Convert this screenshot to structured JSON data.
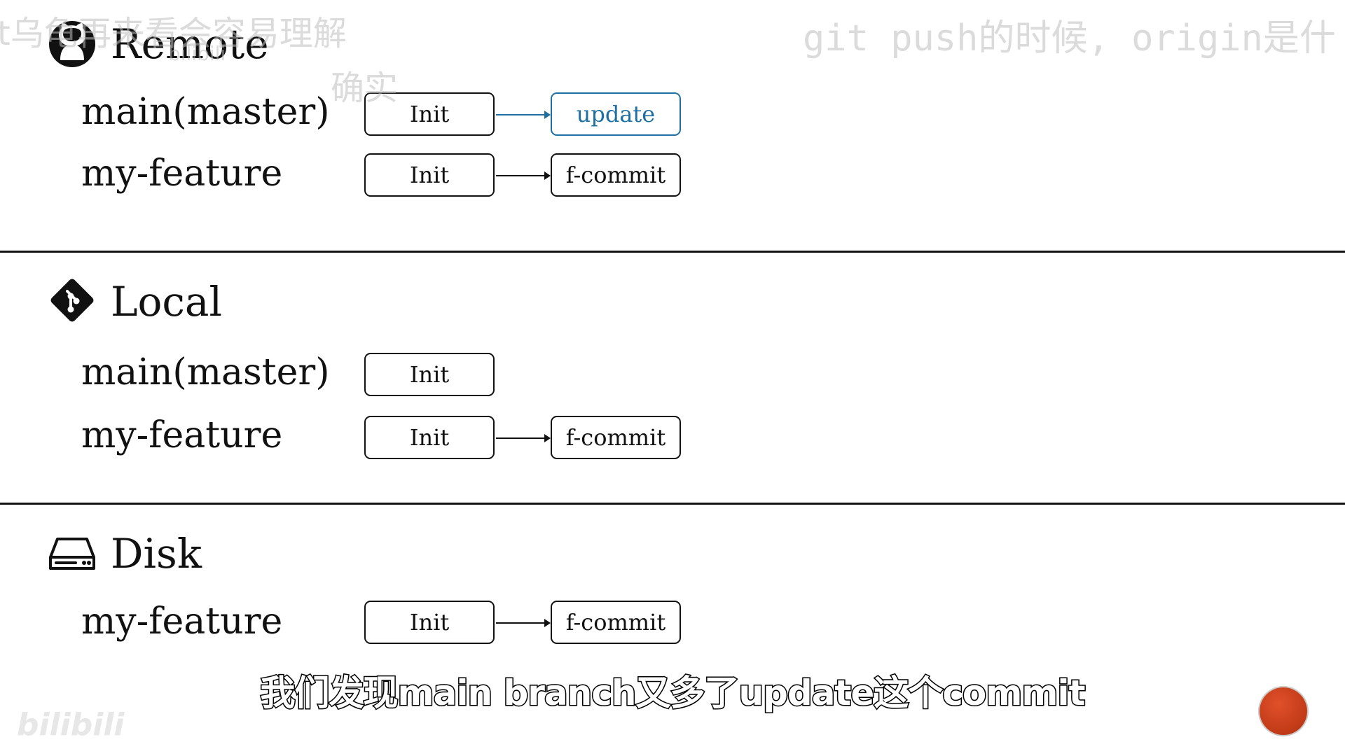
{
  "colors": {
    "accent": "#1f6fa3",
    "ink": "#111111"
  },
  "overlay": {
    "danmaku_left": "t乌龟再来看会容易理解",
    "danmaku_left_2": "确实",
    "danmaku_right": "git push的时候, origin是什",
    "bilibili_small": "bilibili",
    "bilibili_corner": "bilibili"
  },
  "sections": {
    "remote": {
      "title": "Remote",
      "icon": "github-icon",
      "main_label": "main(master)",
      "feature_label": "my-feature",
      "main_commits": [
        "Init",
        "update"
      ],
      "feature_commits": [
        "Init",
        "f-commit"
      ]
    },
    "local": {
      "title": "Local",
      "icon": "git-icon",
      "main_label": "main(master)",
      "feature_label": "my-feature",
      "main_commits": [
        "Init"
      ],
      "feature_commits": [
        "Init",
        "f-commit"
      ]
    },
    "disk": {
      "title": "Disk",
      "icon": "disk-drive-icon",
      "feature_label": "my-feature",
      "feature_commits": [
        "Init",
        "f-commit"
      ]
    }
  },
  "subtitle": "我们发现main branch又多了update这个commit"
}
